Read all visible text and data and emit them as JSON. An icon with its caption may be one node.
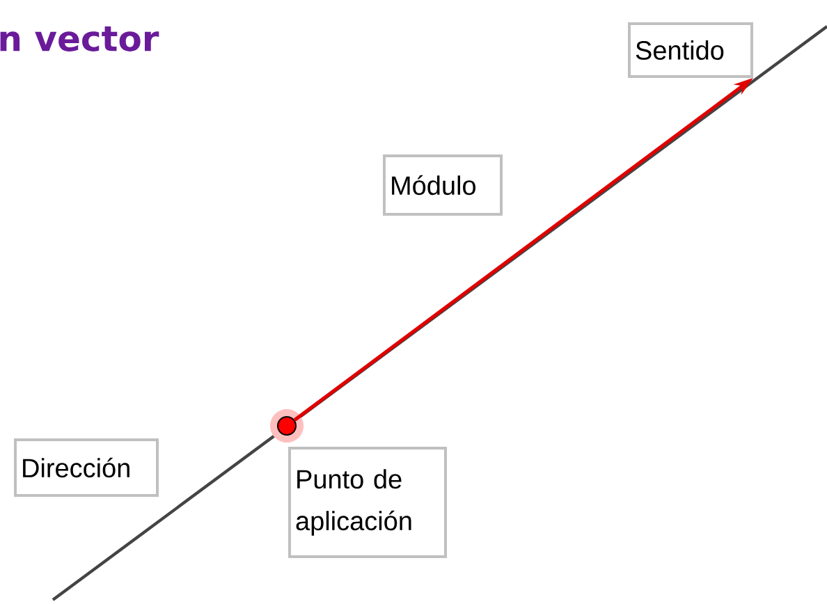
{
  "diagram": {
    "title": "n vector",
    "nodes": [
      {
        "text": [
          "Sentido"
        ]
      },
      {
        "text": [
          "Módulo"
        ]
      },
      {
        "text": [
          "Dirección"
        ]
      },
      {
        "text": [],
        "shape": "circle"
      },
      {
        "text": [
          "Punto de aplicación"
        ]
      }
    ],
    "edges": [
      {
        "from": 3,
        "to": 0,
        "arrow": "to",
        "color": "#e00000"
      }
    ]
  }
}
